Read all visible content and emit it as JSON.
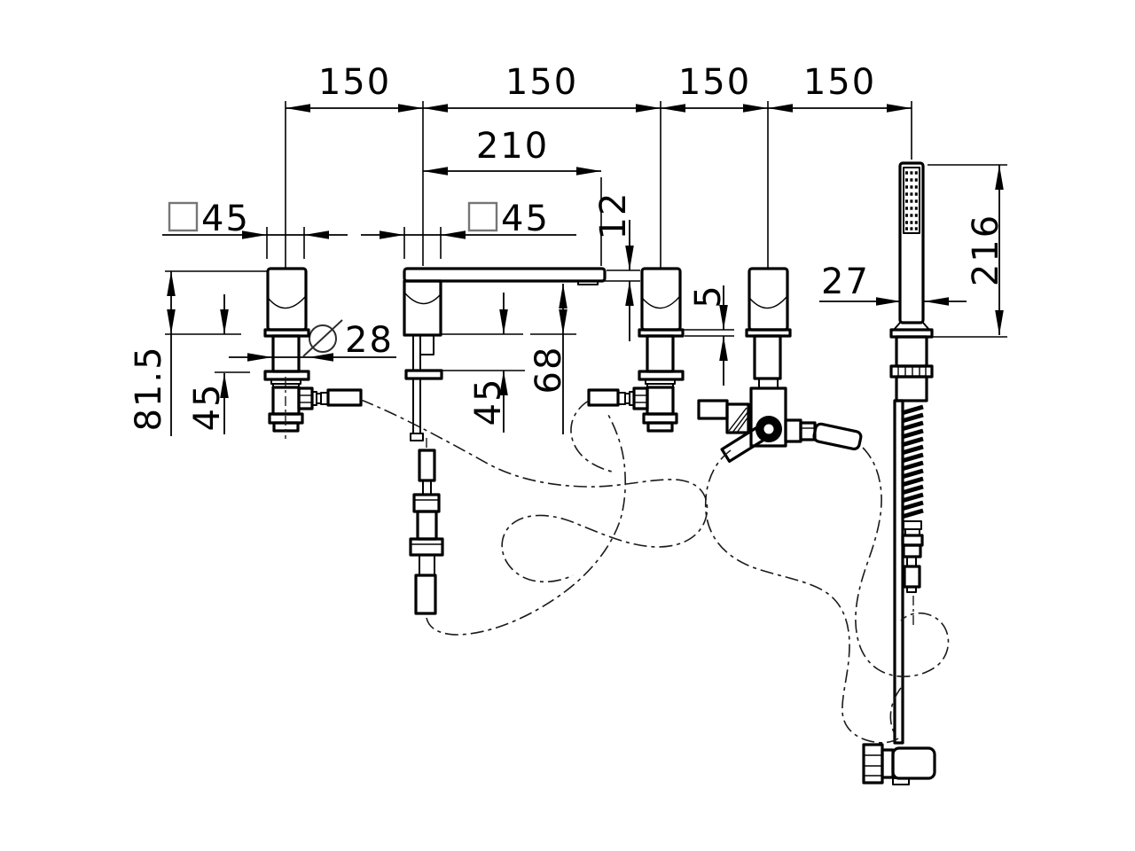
{
  "drawing": {
    "kind": "technical dimension drawing",
    "subject": "5-hole deck-mounted bath mixer with spout and hand shower",
    "line_color": "#000000",
    "background_color": "#ffffff"
  },
  "dims": {
    "pitch1": "150",
    "pitch2": "150",
    "pitch3": "150",
    "pitch4": "150",
    "spout_reach": "210",
    "square_left": "45",
    "square_spout": "45",
    "spout_tip_thickness": "12",
    "stem_diameter": "28",
    "handle_height": "81.5",
    "deck_thickness_left": "45",
    "deck_thickness_spout": "45",
    "spout_height": "68",
    "collar_gap": "5",
    "shower_width": "27",
    "shower_length": "216"
  }
}
